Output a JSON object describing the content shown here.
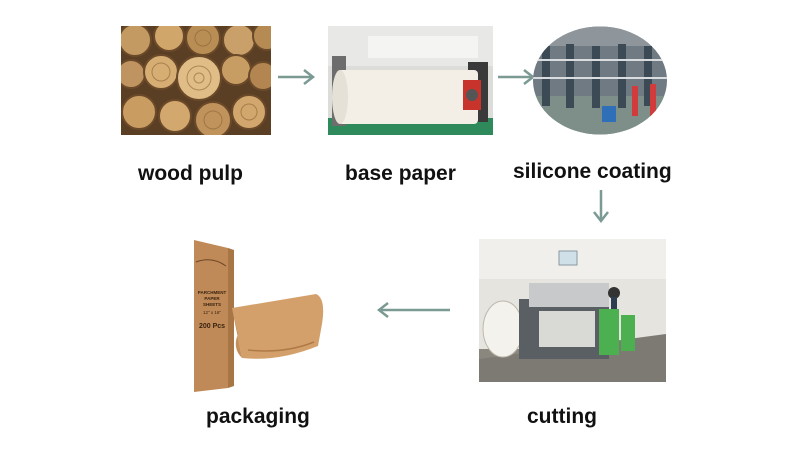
{
  "steps": [
    {
      "id": "wood-pulp",
      "label": "wood pulp",
      "image": "log-cross-sections"
    },
    {
      "id": "base-paper",
      "label": "base paper",
      "image": "paper-roll-on-machine"
    },
    {
      "id": "silicone-coating",
      "label": "silicone coating",
      "image": "coating-line-factory"
    },
    {
      "id": "cutting",
      "label": "cutting",
      "image": "cutting-machine"
    },
    {
      "id": "packaging",
      "label": "packaging",
      "image": "parchment-paper-box-and-sheets"
    }
  ],
  "package_text": {
    "line1": "PARCHMENT",
    "line2": "PAPER SHEETS",
    "size": "12\" x 16\"",
    "count": "200 Pcs"
  },
  "colors": {
    "arrow": "#7a9a93",
    "label": "#111111",
    "wood": "#b4864e",
    "kraft": "#c9945e"
  }
}
